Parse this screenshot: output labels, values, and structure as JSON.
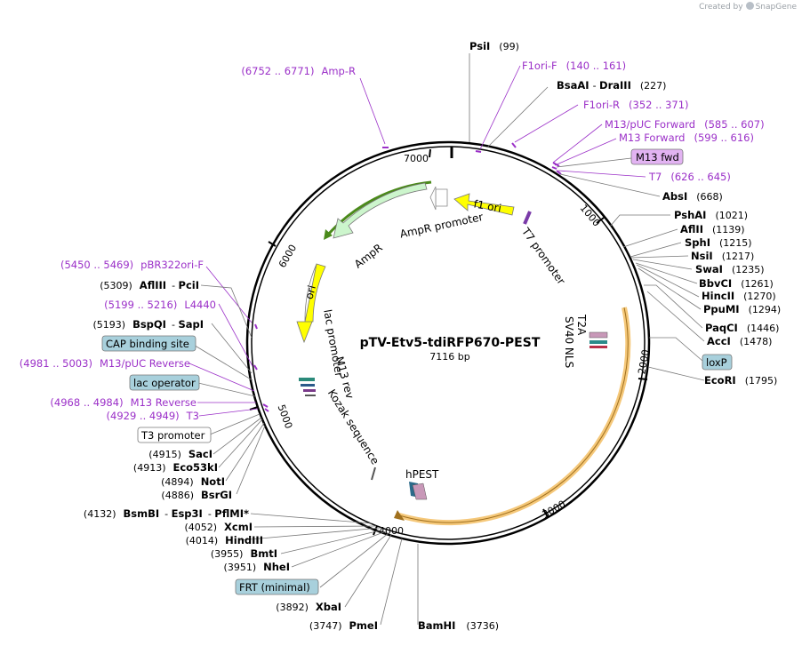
{
  "credit": {
    "prefix": "Created by",
    "brand": "SnapGene"
  },
  "plasmid": {
    "name": "pTV-Etv5-tdiRFP670-PEST",
    "length_label": "7116 bp"
  },
  "ticks": [
    "1000",
    "2000",
    "3000",
    "4000",
    "5000",
    "6000",
    "7000"
  ],
  "features": [
    {
      "label": "f1 ori",
      "color": "#ffff00",
      "kind": "arrow"
    },
    {
      "label": "AmpR promoter",
      "color": "#ffffff",
      "kind": "arrow"
    },
    {
      "label": "AmpR",
      "color": "#ccf5cc",
      "kind": "arrow"
    },
    {
      "label": "ori",
      "color": "#ffff00",
      "kind": "arrow"
    },
    {
      "label": "lac promoter",
      "color": "#ffffff",
      "kind": "text"
    },
    {
      "label": "M13 rev",
      "color": "#ffffff",
      "kind": "text"
    },
    {
      "label": "Kozak sequence",
      "color": "#ffffff",
      "kind": "text"
    },
    {
      "label": "T7 promoter",
      "color": "#ffffff",
      "kind": "text"
    },
    {
      "label": "SV40 NLS",
      "color": "#ffffff",
      "kind": "text"
    },
    {
      "label": "T2A",
      "color": "#ffffff",
      "kind": "text"
    },
    {
      "label": "hPEST",
      "color": "#ffffff",
      "kind": "text"
    }
  ],
  "left_labels": [
    {
      "range": "(6752 .. 6771)",
      "name": "Amp-R",
      "style": "purple"
    },
    {
      "range": "(5450 .. 5469)",
      "name": "pBR322ori-F",
      "style": "purple"
    },
    {
      "pos": "(5309)",
      "name": "AflIII",
      "extra": "PciI",
      "style": "site"
    },
    {
      "range": "(5199 .. 5216)",
      "name": "L4440",
      "style": "purple"
    },
    {
      "pos": "(5193)",
      "name": "BspQI",
      "extra": "SapI",
      "style": "site"
    },
    {
      "name": "CAP binding site",
      "style": "box-blue"
    },
    {
      "range": "(4981 .. 5003)",
      "name": "M13/pUC Reverse",
      "style": "purple"
    },
    {
      "name": "lac operator",
      "style": "box-blue"
    },
    {
      "range": "(4968 .. 4984)",
      "name": "M13 Reverse",
      "style": "purple"
    },
    {
      "range": "(4929 .. 4949)",
      "name": "T3",
      "style": "purple"
    },
    {
      "name": "T3 promoter",
      "style": "box-white"
    },
    {
      "pos": "(4915)",
      "name": "SacI",
      "style": "site"
    },
    {
      "pos": "(4913)",
      "name": "Eco53kI",
      "style": "site"
    },
    {
      "pos": "(4894)",
      "name": "NotI",
      "style": "site"
    },
    {
      "pos": "(4886)",
      "name": "BsrGI",
      "style": "site"
    },
    {
      "pos": "(4132)",
      "name": "BsmBI",
      "extra": "Esp3I",
      "extra2": "PflMI",
      "star": "*",
      "style": "site"
    },
    {
      "pos": "(4052)",
      "name": "XcmI",
      "style": "site"
    },
    {
      "pos": "(4014)",
      "name": "HindIII",
      "style": "site"
    },
    {
      "pos": "(3955)",
      "name": "BmtI",
      "style": "site"
    },
    {
      "pos": "(3951)",
      "name": "NheI",
      "style": "site"
    },
    {
      "name": "FRT (minimal)",
      "style": "box-blue"
    },
    {
      "pos": "(3892)",
      "name": "XbaI",
      "style": "site"
    },
    {
      "pos": "(3747)",
      "name": "PmeI",
      "style": "site"
    }
  ],
  "right_labels": [
    {
      "name": "PsiI",
      "pos": "(99)",
      "style": "site"
    },
    {
      "name": "F1ori-F",
      "range": "(140 .. 161)",
      "style": "purple"
    },
    {
      "name": "BsaAI",
      "extra": "DraIII",
      "pos": "(227)",
      "style": "site"
    },
    {
      "name": "F1ori-R",
      "range": "(352 .. 371)",
      "style": "purple"
    },
    {
      "name": "M13/pUC Forward",
      "range": "(585 .. 607)",
      "style": "purple"
    },
    {
      "name": "M13 Forward",
      "range": "(599 .. 616)",
      "style": "purple"
    },
    {
      "name": "M13 fwd",
      "style": "box-purple"
    },
    {
      "name": "T7",
      "range": "(626 .. 645)",
      "style": "purple"
    },
    {
      "name": "AbsI",
      "pos": "(668)",
      "style": "site"
    },
    {
      "name": "PshAI",
      "pos": "(1021)",
      "style": "site"
    },
    {
      "name": "AflII",
      "pos": "(1139)",
      "style": "site"
    },
    {
      "name": "SphI",
      "pos": "(1215)",
      "style": "site"
    },
    {
      "name": "NsiI",
      "pos": "(1217)",
      "style": "site"
    },
    {
      "name": "SwaI",
      "pos": "(1235)",
      "style": "site"
    },
    {
      "name": "BbvCI",
      "pos": "(1261)",
      "style": "site"
    },
    {
      "name": "HincII",
      "pos": "(1270)",
      "style": "site"
    },
    {
      "name": "PpuMI",
      "pos": "(1294)",
      "style": "site"
    },
    {
      "name": "PaqCI",
      "pos": "(1446)",
      "style": "site"
    },
    {
      "name": "AccI",
      "pos": "(1478)",
      "style": "site"
    },
    {
      "name": "loxP",
      "style": "box-blue"
    },
    {
      "name": "EcoRI",
      "pos": "(1795)",
      "style": "site"
    },
    {
      "name": "BamHI",
      "pos": "(3736)",
      "style": "site"
    }
  ],
  "colors": {
    "purple": "#9b30c8",
    "box_blue": "#a8d0dc",
    "box_purple": "#e2b3f2",
    "ori_yellow": "#ffff00",
    "ampr_green": "#ccf5cc",
    "orange_arc": "#f5c87a"
  }
}
